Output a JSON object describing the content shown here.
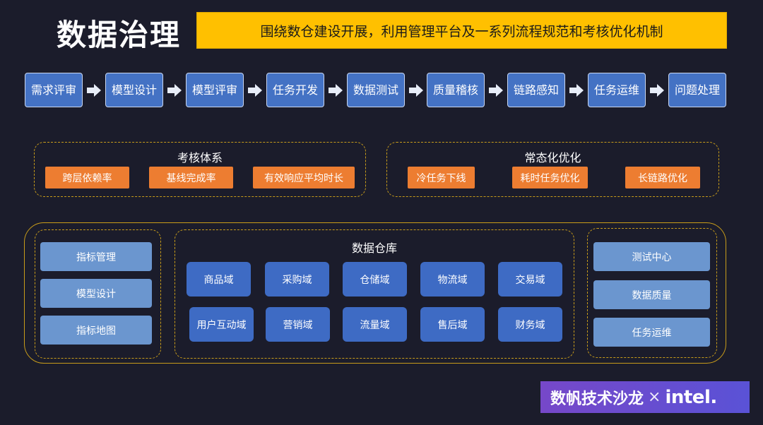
{
  "title": "数据治理",
  "banner": "围绕数仓建设开展，利用管理平台及一系列流程规范和考核优化机制",
  "steps": [
    "需求评审",
    "模型设计",
    "模型评审",
    "任务开发",
    "数据测试",
    "质量稽核",
    "链路感知",
    "任务运维",
    "问题处理"
  ],
  "assessment": {
    "title": "考核体系",
    "items": [
      "跨层依赖率",
      "基线完成率",
      "有效响应平均时长"
    ]
  },
  "optimization": {
    "title": "常态化优化",
    "items": [
      "冷任务下线",
      "耗时任务优化",
      "长链路优化"
    ]
  },
  "left_panel": [
    "指标管理",
    "模型设计",
    "指标地图"
  ],
  "warehouse": {
    "title": "数据仓库",
    "row1": [
      "商品域",
      "采购域",
      "仓储域",
      "物流域",
      "交易域"
    ],
    "row2": [
      "用户互动域",
      "营销域",
      "流量域",
      "售后域",
      "财务域"
    ]
  },
  "right_panel": [
    "测试中心",
    "数据质量",
    "任务运维"
  ],
  "brand": {
    "name": "数帆技术沙龙",
    "times": "×",
    "partner": "intel."
  },
  "colors": {
    "background": "#1b1c2b",
    "banner": "#ffc000",
    "step": "#4472c4",
    "orange": "#ed7d31",
    "light_blue": "#6b96cf",
    "domain": "#3e6bc4",
    "gold_border": "#c89c1a"
  }
}
